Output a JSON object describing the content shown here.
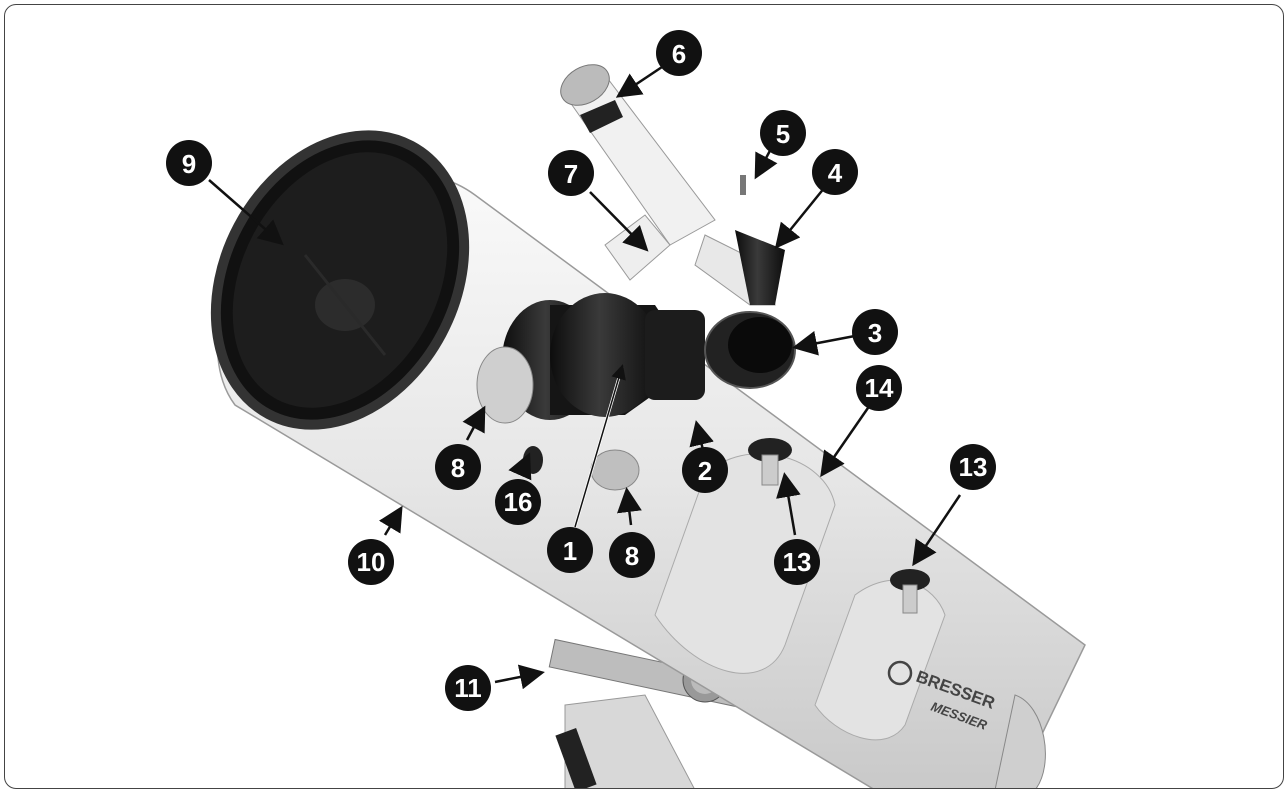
{
  "diagram": {
    "callouts": [
      {
        "id": "1",
        "label": "1"
      },
      {
        "id": "2",
        "label": "2"
      },
      {
        "id": "3",
        "label": "3"
      },
      {
        "id": "4",
        "label": "4"
      },
      {
        "id": "5",
        "label": "5"
      },
      {
        "id": "6",
        "label": "6"
      },
      {
        "id": "7",
        "label": "7"
      },
      {
        "id": "8a",
        "label": "8"
      },
      {
        "id": "8b",
        "label": "8"
      },
      {
        "id": "9",
        "label": "9"
      },
      {
        "id": "10",
        "label": "10"
      },
      {
        "id": "11",
        "label": "11"
      },
      {
        "id": "13a",
        "label": "13"
      },
      {
        "id": "13b",
        "label": "13"
      },
      {
        "id": "14",
        "label": "14"
      },
      {
        "id": "16",
        "label": "16"
      }
    ],
    "brand": {
      "logo_text": "BRESSER",
      "model_text": "MESSIER"
    },
    "colors": {
      "callout_fill": "#111111",
      "callout_text": "#ffffff",
      "tube": "#e9e9e9",
      "metal_dark": "#1a1a1a"
    }
  }
}
